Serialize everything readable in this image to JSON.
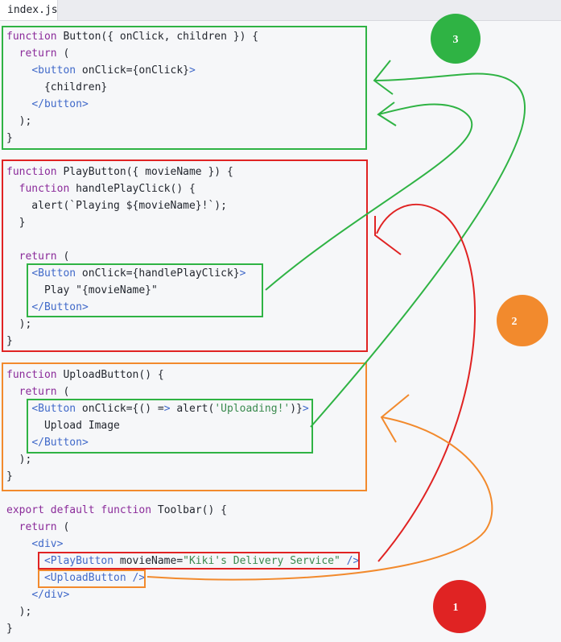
{
  "tab": {
    "filename": "index.js"
  },
  "code": {
    "lines": [
      "function Button({ onClick, children }) {",
      "  return (",
      "    <button onClick={onClick}>",
      "      {children}",
      "    </button>",
      "  );",
      "}",
      "",
      "function PlayButton({ movieName }) {",
      "  function handlePlayClick() {",
      "    alert(`Playing ${movieName}!`);",
      "  }",
      "",
      "  return (",
      "    <Button onClick={handlePlayClick}>",
      "      Play \"{movieName}\"",
      "    </Button>",
      "  );",
      "}",
      "",
      "function UploadButton() {",
      "  return (",
      "    <Button onClick={() => alert('Uploading!')}>",
      "      Upload Image",
      "    </Button>",
      "  );",
      "}",
      "",
      "export default function Toolbar() {",
      "  return (",
      "    <div>",
      "      <PlayButton movieName=\"Kiki's Delivery Service\" />",
      "      <UploadButton />",
      "    </div>",
      "  );",
      "}"
    ]
  },
  "markers": [
    {
      "label": "3",
      "color": "#2fb344"
    },
    {
      "label": "2",
      "color": "#f28a2d"
    },
    {
      "label": "1",
      "color": "#e02323"
    }
  ]
}
